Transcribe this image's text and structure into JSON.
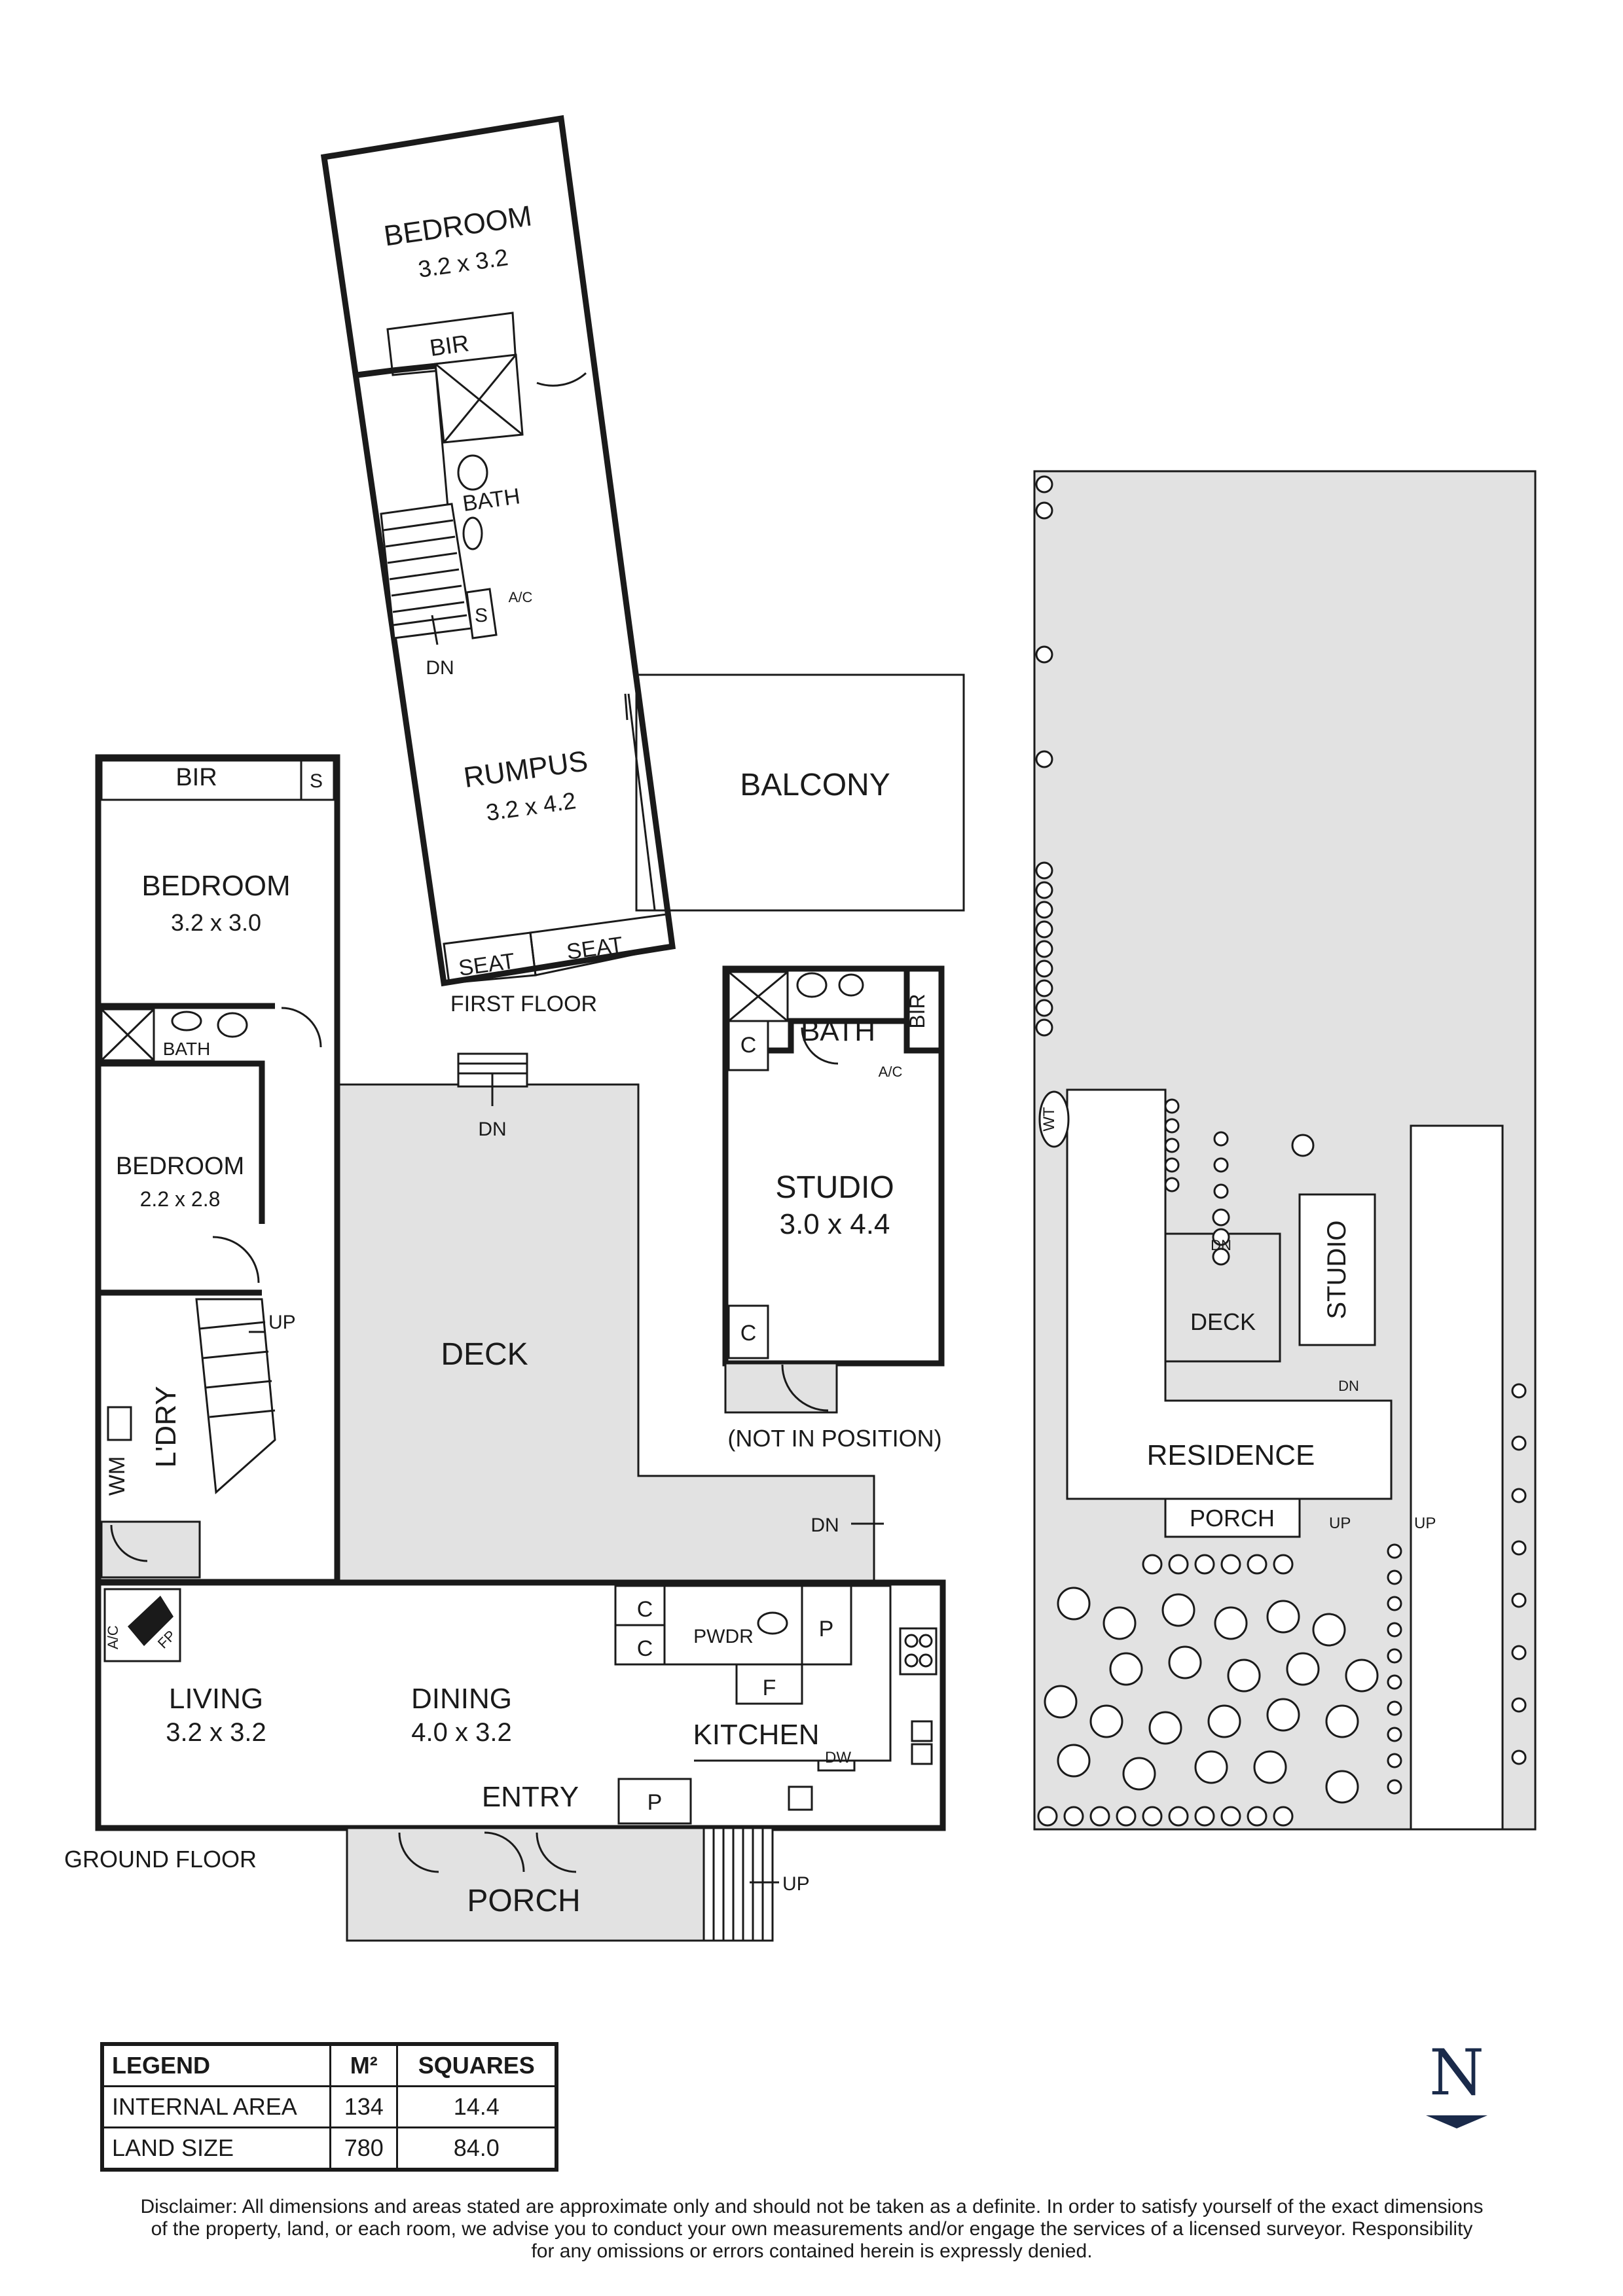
{
  "labels": {
    "fb_bedroom": "BEDROOM",
    "fb_bedroom_dim": "3.2 x 3.2",
    "fb_bir": "BIR",
    "fb_bath": "BATH",
    "fb_s": "S",
    "fb_ac": "A/C",
    "fb_dn": "DN",
    "rumpus": "RUMPUS",
    "rumpus_dim": "3.2 x 4.2",
    "balcony": "BALCONY",
    "seat1": "SEAT",
    "seat2": "SEAT",
    "first_floor": "FIRST FLOOR",
    "gf_bir": "BIR",
    "gf_s": "S",
    "gf_bedroom1": "BEDROOM",
    "gf_bedroom1_dim": "3.2 x 3.0",
    "gf_bath": "BATH",
    "gf_bedroom2": "BEDROOM",
    "gf_bedroom2_dim": "2.2 x 2.8",
    "gf_up": "UP",
    "ldry": "L'DRY",
    "wm": "WM",
    "deck": "DECK",
    "deck_dn_top": "DN",
    "deck_dn_right": "DN",
    "studio_bath": "BATH",
    "studio_bir": "BIR",
    "studio_c1": "C",
    "studio_c2": "C",
    "studio_ac": "A/C",
    "studio": "STUDIO",
    "studio_dim": "3.0 x 4.4",
    "not_in_position": "(NOT IN POSITION)",
    "ac": "A/C",
    "fp": "FP",
    "living": "LIVING",
    "living_dim": "3.2 x 3.2",
    "dining": "DINING",
    "dining_dim": "4.0 x 3.2",
    "kc1": "C",
    "kc2": "C",
    "pwdr": "PWDR",
    "kp": "P",
    "kf": "F",
    "kitchen": "KITCHEN",
    "dw": "DW",
    "entry": "ENTRY",
    "entry_p": "P",
    "ground_floor": "GROUND FLOOR",
    "porch": "PORCH",
    "porch_up": "UP"
  },
  "site": {
    "wt": "WT",
    "dn1": "DN",
    "deck": "DECK",
    "studio": "STUDIO",
    "dn2": "DN",
    "residence": "RESIDENCE",
    "porch": "PORCH",
    "up1": "UP",
    "up2": "UP"
  },
  "legend": {
    "headers": [
      "LEGEND",
      "M²",
      "SQUARES"
    ],
    "rows": [
      {
        "label": "INTERNAL AREA",
        "m2": "134",
        "squares": "14.4"
      },
      {
        "label": "LAND SIZE",
        "m2": "780",
        "squares": "84.0"
      }
    ]
  },
  "north": "N",
  "disclaimer": [
    "Disclaimer: All dimensions and areas stated are approximate only and should not be taken as a definite. In order to satisfy yourself of the exact dimensions",
    "of the property, land, or each room, we advise you to conduct your own measurements and/or engage the services of a licensed surveyor. Responsibility",
    "for any omissions or errors contained herein is expressly denied."
  ]
}
